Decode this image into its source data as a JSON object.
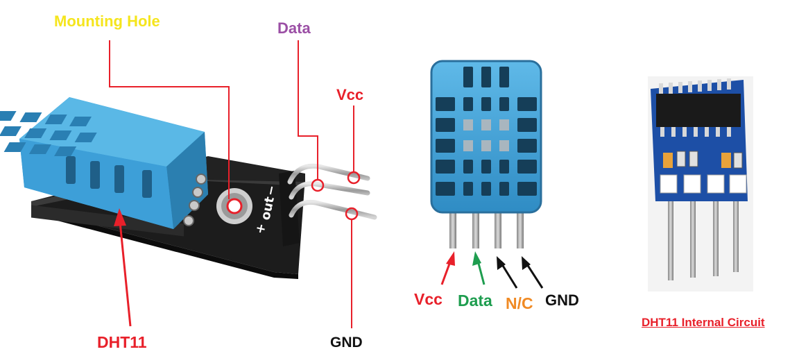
{
  "labels": {
    "mounting_hole": "Mounting Hole",
    "data_top": "Data",
    "vcc_top": "Vcc",
    "dht11": "DHT11",
    "gnd_left": "GND",
    "pin_vcc": "Vcc",
    "pin_data": "Data",
    "pin_nc": "N/C",
    "pin_gnd": "GND",
    "internal_circuit": "DHT11 Internal Circuit"
  },
  "board_markings": {
    "plus": "+",
    "out": "out",
    "minus": "−"
  },
  "colors": {
    "mounting_hole": "#f5e51d",
    "data_top": "#9b4fa5",
    "red": "#e8202a",
    "green": "#1e9d4f",
    "orange": "#f08a24",
    "black": "#111111",
    "sensor_blue": "#3d9fd8",
    "sensor_blue_dark": "#2a6f9c"
  }
}
